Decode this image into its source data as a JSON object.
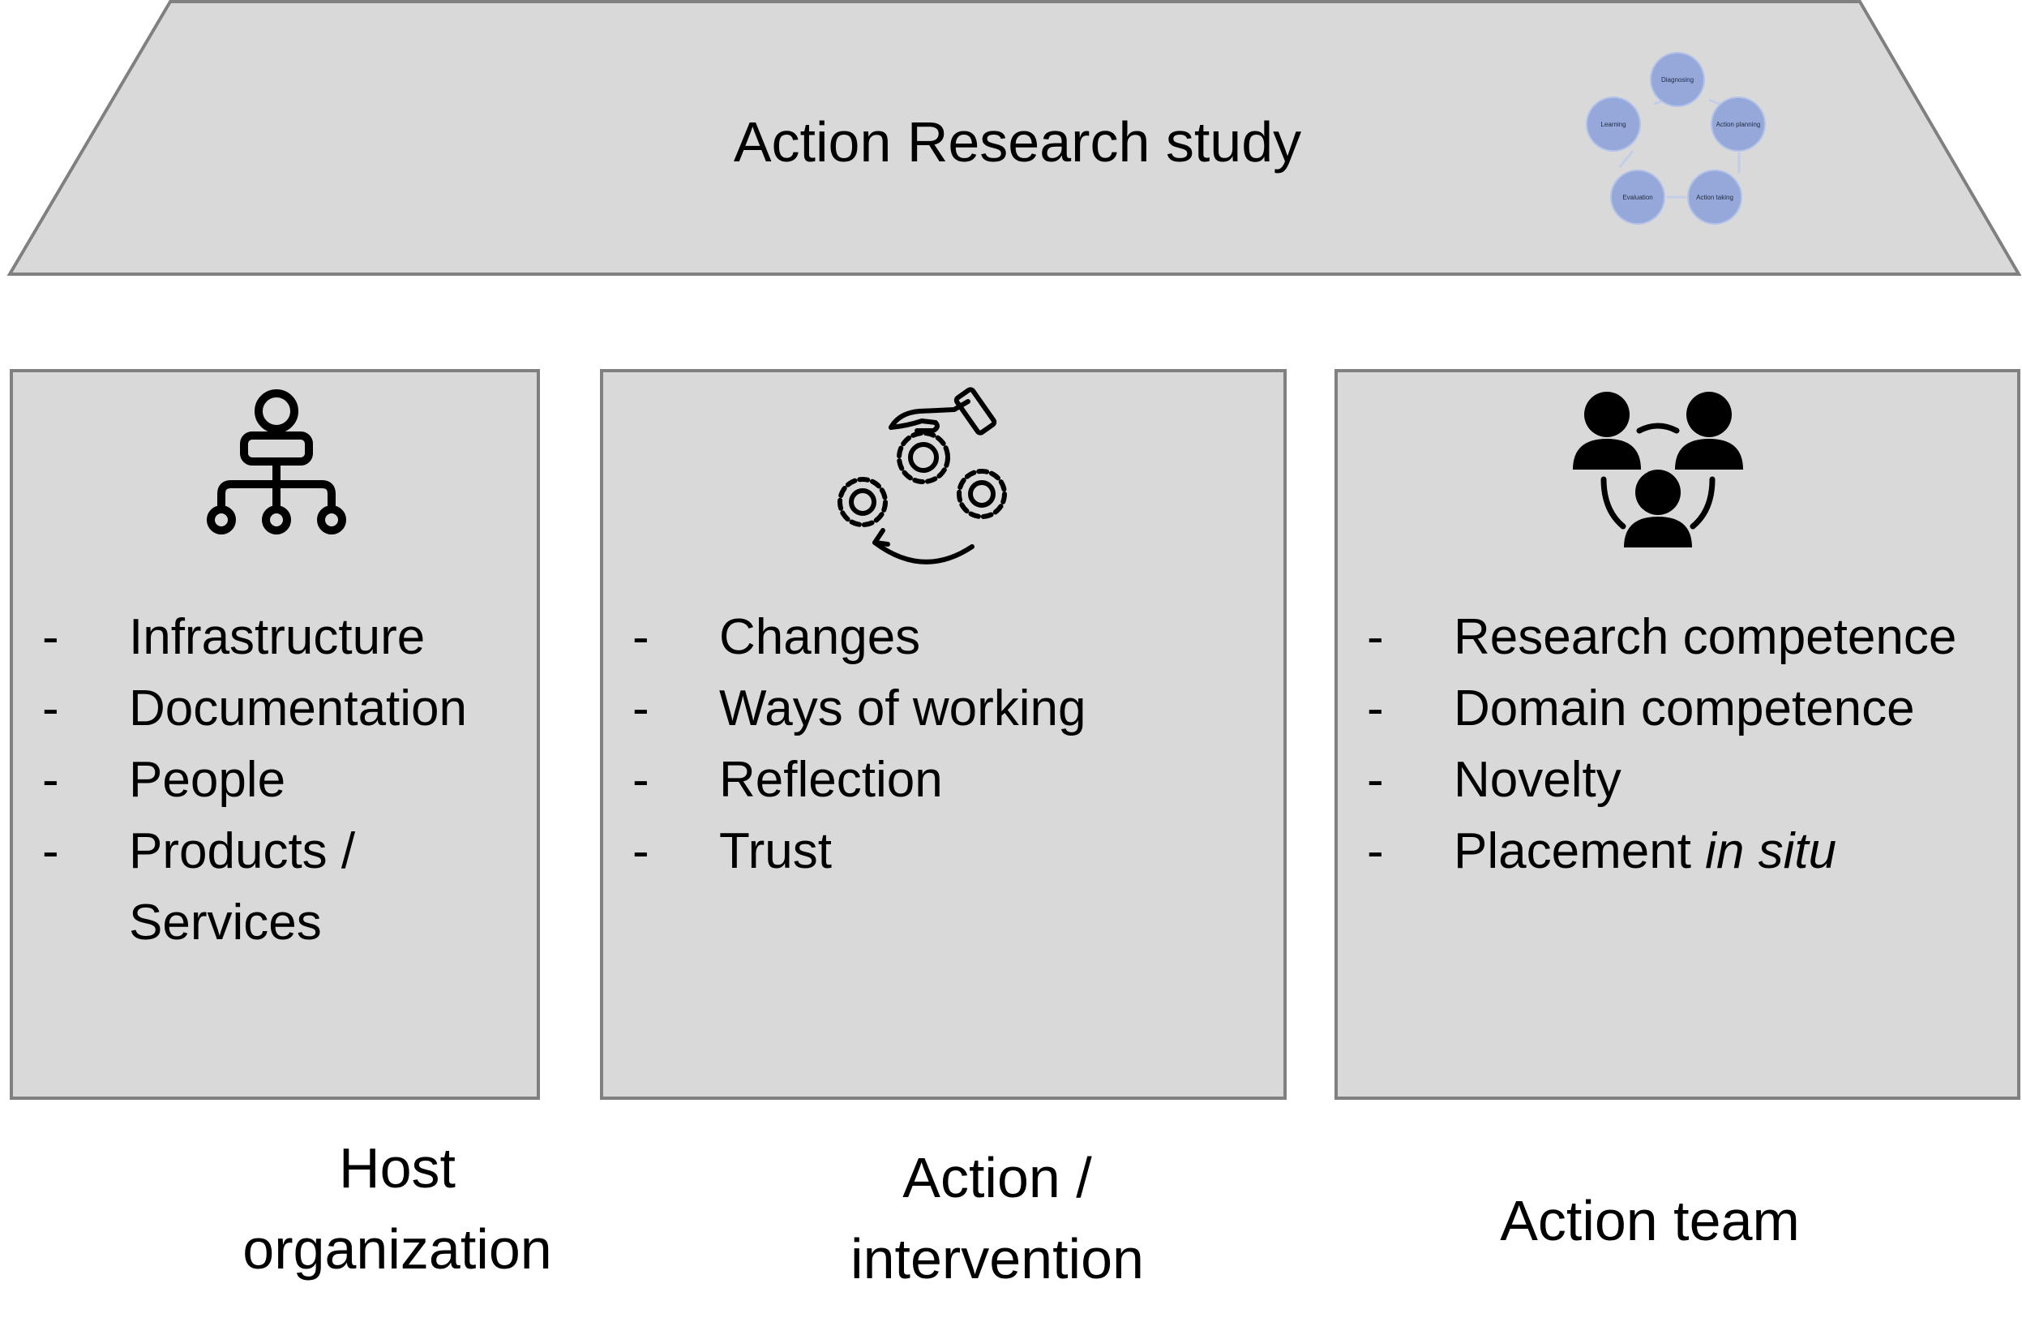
{
  "roof": {
    "title": "Action Research study",
    "cycle": [
      {
        "label": "Diagnosing"
      },
      {
        "label": "Action planning"
      },
      {
        "label": "Action taking"
      },
      {
        "label": "Evaluation"
      },
      {
        "label": "Learning"
      }
    ]
  },
  "pillars": [
    {
      "icon": "organization-hierarchy-icon",
      "dash": "-",
      "items": [
        "Infrastructure",
        "Documentation",
        "People",
        "Products / Services"
      ],
      "caption": "Host organization"
    },
    {
      "icon": "hand-gears-cycle-icon",
      "dash": "-",
      "items": [
        "Changes",
        "Ways of working",
        "Reflection",
        "Trust"
      ],
      "caption": "Action / intervention"
    },
    {
      "icon": "team-people-icon",
      "dash": "-",
      "items": [
        "Research competence",
        "Domain competence",
        "Novelty",
        "Placement"
      ],
      "italic_suffix": "in situ",
      "caption": "Action team"
    }
  ],
  "colors": {
    "fill": "#d9d9d9",
    "border": "#808080",
    "cycle_node": "#95a8d9"
  }
}
